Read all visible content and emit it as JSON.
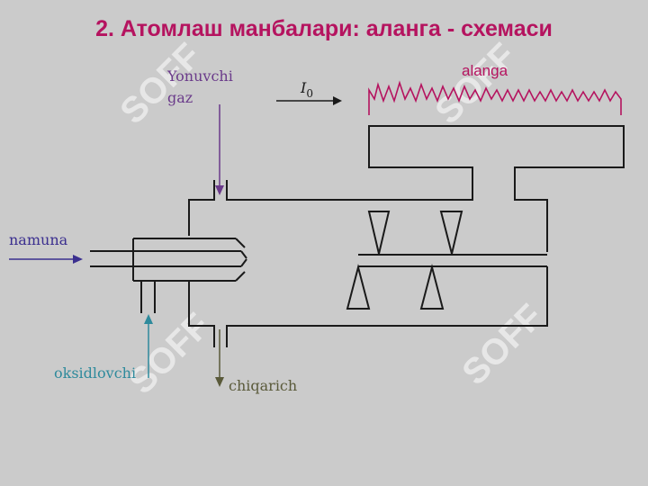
{
  "title": "2. Атомлаш манбалари: аланга - схемаси",
  "watermark": "SOFF",
  "labels": {
    "fuel_gas_line1": "Yonuvchi",
    "fuel_gas_line2": "gaz",
    "sample": "namuna",
    "oxidant": "oksidlovchi",
    "exhaust": "chiqarich",
    "beam_symbol": "I",
    "beam_subscript": "0",
    "flame": "alanga"
  },
  "colors": {
    "title": "#b5135f",
    "fuel_gas": "#6a3a8a",
    "sample": "#3b2f8f",
    "oxidant": "#2e8a9c",
    "exhaust": "#5a5a3a",
    "flame": "#b5135f",
    "outline": "#1a1a1a"
  }
}
